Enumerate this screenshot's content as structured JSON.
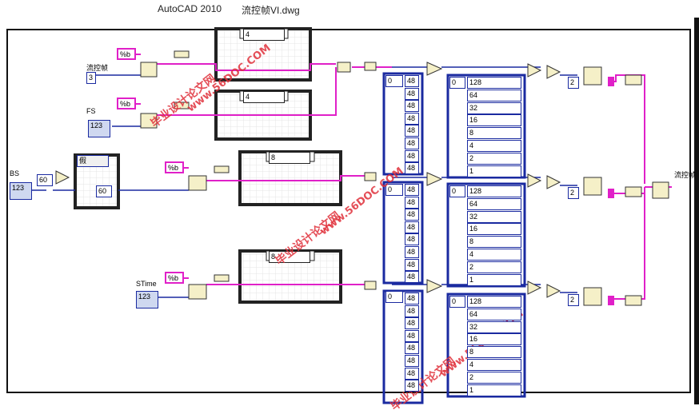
{
  "window": {
    "app_title": "AutoCAD 2010",
    "file_title": "流控帧VI.dwg"
  },
  "labels": {
    "flow_frame": "流控帧",
    "fs": "FS",
    "bs": "BS",
    "stime": "STime",
    "flow_frame_out": "流控帧"
  },
  "controls": {
    "flow_frame_const": "3",
    "bs_const_in": "60",
    "bs_const_out": "60",
    "false_case": "假",
    "format_strings": [
      "%b",
      "%b",
      "%b",
      "%b"
    ],
    "case_selectors": [
      "4",
      "4",
      "8",
      "8"
    ],
    "two_consts": [
      "2",
      "2",
      "2"
    ],
    "fs_indicator": "123",
    "bs_indicator": "123",
    "stime_indicator": "123"
  },
  "arrays": {
    "index_zero": "0",
    "hex_column": [
      "48",
      "48",
      "48",
      "48",
      "48",
      "48",
      "48",
      "48"
    ],
    "weights": [
      "128",
      "64",
      "32",
      "16",
      "8",
      "4",
      "2",
      "1"
    ]
  },
  "watermark": {
    "text_a": "毕业设计论文网",
    "text_b": "www.56DOC.COM"
  },
  "colors": {
    "wire_pink": "#e020c8",
    "wire_blue": "#1a2aa0",
    "frame_black": "#111111",
    "watermark_red": "#e0303a"
  }
}
